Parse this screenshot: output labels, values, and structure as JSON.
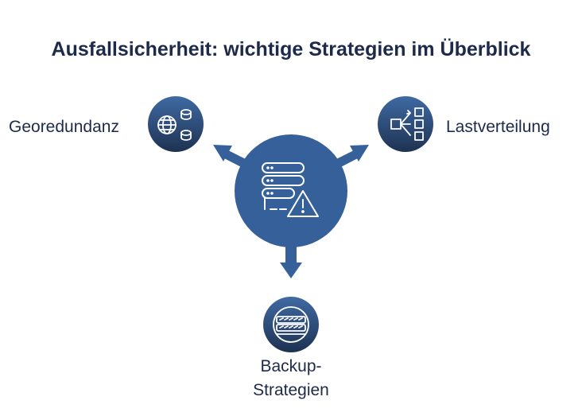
{
  "title": "Ausfallsicherheit: wichtige Strategien im Überblick",
  "center": {
    "icon": "server-warning-icon"
  },
  "nodes": {
    "left": {
      "label": "Georedundanz",
      "icon": "globe-database-icon"
    },
    "right": {
      "label": "Lastverteilung",
      "icon": "load-balancer-icon"
    },
    "bottom": {
      "label": "Backup-Strategien",
      "icon": "backup-disk-icon"
    }
  },
  "colors": {
    "title": "#1e2a4a",
    "center": "#35609a",
    "node_top": "#3f6aa3",
    "node_bottom": "#1e3252",
    "arrow": "#35609a"
  }
}
